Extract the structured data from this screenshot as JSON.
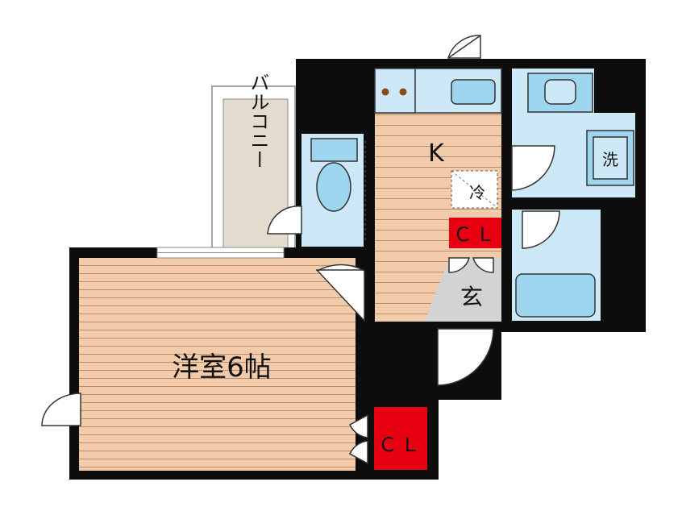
{
  "rooms": {
    "western_room": "洋室6帖",
    "kitchen": "K",
    "entrance": "玄",
    "balcony": "バルコニー",
    "closet_main": "ＣＬ",
    "closet_entry": "ＣＬ"
  },
  "fixtures": {
    "fridge": "冷",
    "washer": "洗"
  },
  "colors": {
    "wall": "#0d0d0d",
    "floor_wood": "#f2ccaa",
    "floor_line": "#b88e6f",
    "wet_area": "#cde9f8",
    "fixture": "#9fd6ef",
    "closet": "#e60012",
    "entrance_floor": "#d3d3d3",
    "balcony_floor": "#e4dbcf"
  }
}
